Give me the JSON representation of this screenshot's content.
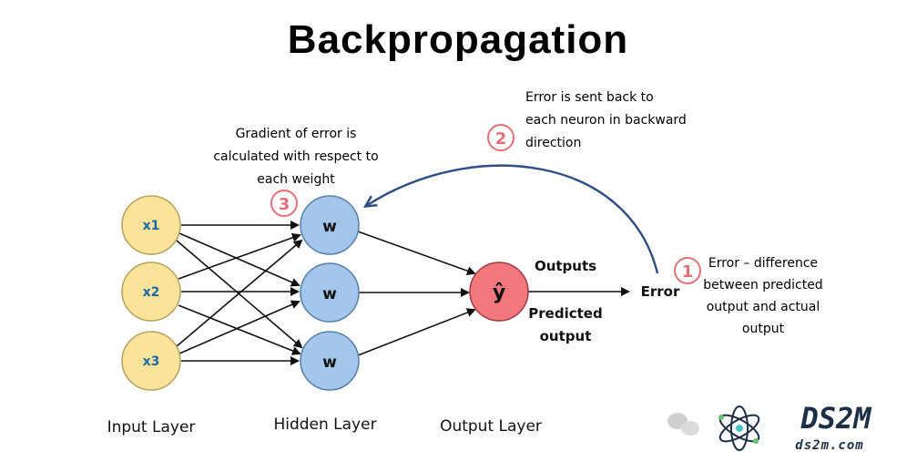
{
  "title": "Backpropagation",
  "inputs": [
    "x1",
    "x2",
    "x3"
  ],
  "hidden": [
    "w",
    "w",
    "w"
  ],
  "output_symbol": "ŷ",
  "labels": {
    "outputs": "Outputs",
    "predicted": [
      "Predicted",
      "output"
    ],
    "error": "Error"
  },
  "layers": {
    "input": "Input Layer",
    "hidden": "Hidden Layer",
    "output": "Output Layer"
  },
  "steps": [
    {
      "num": "1",
      "text": [
        "Error – difference",
        "between predicted",
        "output and actual",
        "output"
      ]
    },
    {
      "num": "2",
      "text": [
        "Error is sent back to",
        "each neuron in backward",
        "direction"
      ]
    },
    {
      "num": "3",
      "text": [
        "Gradient of error is",
        "calculated with respect to",
        "each weight"
      ]
    }
  ],
  "logo": {
    "name": "DS2M",
    "domain": "ds2m.com"
  },
  "colors": {
    "input_fill": "#fbe39a",
    "hidden_fill": "#a3c6ea",
    "output_fill": "#f3777e",
    "step_circle": "#e47077",
    "back_arrow": "#2e4f82"
  }
}
